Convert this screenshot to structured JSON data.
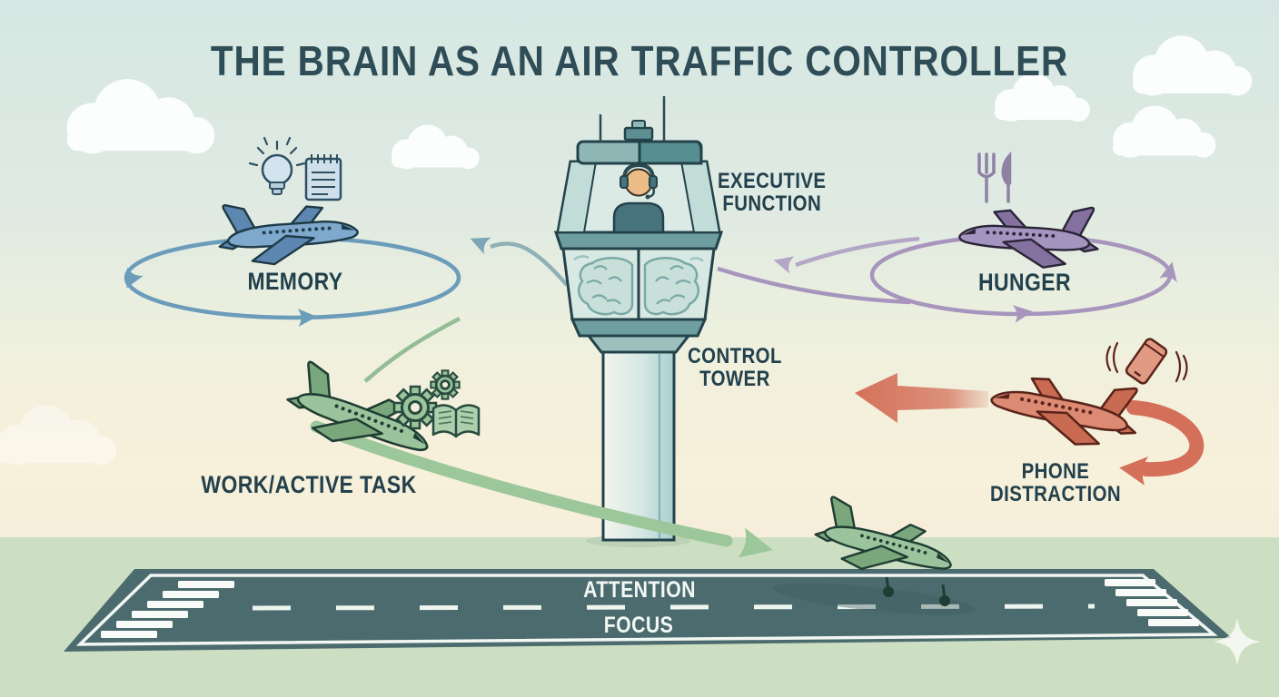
{
  "title": "THE BRAIN AS AN AIR TRAFFIC CONTROLLER",
  "tower": {
    "executive_function": {
      "line1": "EXECUTIVE",
      "line2": "FUNCTION"
    },
    "control_tower": {
      "line1": "CONTROL",
      "line2": "TOWER"
    },
    "operator": "air-traffic-controller-with-headset",
    "brain": "brain-behind-glass"
  },
  "planes": {
    "memory": {
      "label": "MEMORY",
      "color": "#7fa8cd",
      "loop_color": "#6b9cba",
      "icons": [
        "lightbulb-icon",
        "notepad-icon"
      ],
      "motion": "circling-holding-pattern"
    },
    "hunger": {
      "label": "HUNGER",
      "color": "#a495c0",
      "loop_color": "#a795bd",
      "icons": [
        "fork-knife-icon"
      ],
      "motion": "circling-holding-pattern"
    },
    "work": {
      "label": "WORK/ACTIVE TASK",
      "color": "#9cc49c",
      "path_color": "#9cc79b",
      "icons": [
        "gear-icon",
        "book-icon"
      ],
      "motion": "cleared-to-land"
    },
    "distraction": {
      "label_line1": "PHONE",
      "label_line2": "DISTRACTION",
      "color": "#dd8a74",
      "arrow_color": "#d4705a",
      "icons": [
        "phone-icon"
      ],
      "motion": "waved-off-u-turn"
    },
    "landing": {
      "color": "#9cc49c",
      "motion": "touching-down-on-runway"
    }
  },
  "runway": {
    "line1": "ATTENTION",
    "line2": "FOCUS",
    "surface_color": "#4b6b6e",
    "marking_color": "#ffffff"
  },
  "background": {
    "sky_top": "#d6e7e3",
    "sky_cream": "#f7f0da",
    "ground": "#cddfc2",
    "title_color": "#2e4d57",
    "label_color": "#22414d",
    "clouds": "white-cartoon-clouds"
  }
}
